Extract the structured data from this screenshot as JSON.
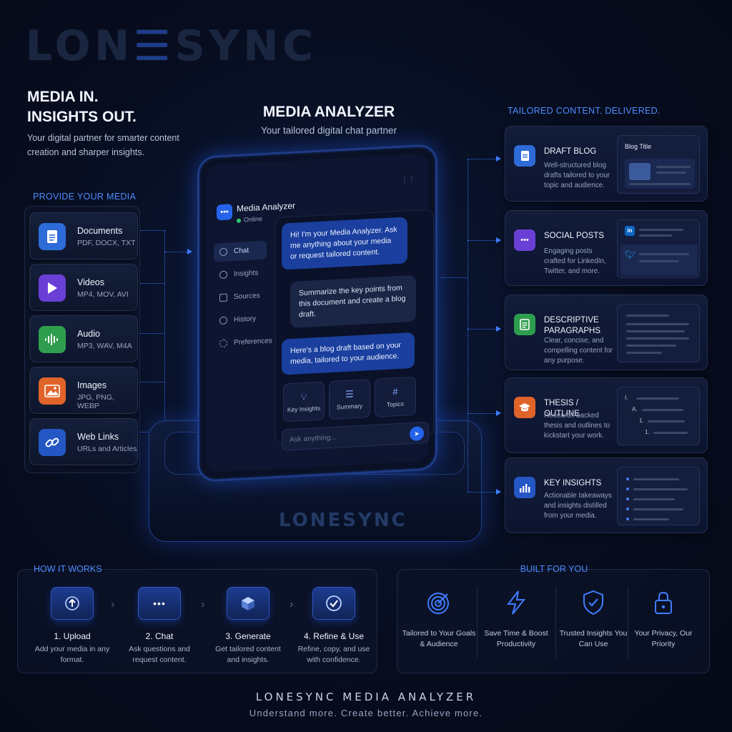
{
  "brand": {
    "logo_part1": "LON",
    "logo_part2": "SYNC",
    "base_logo": "LONESYNC"
  },
  "hero": {
    "headline": "MEDIA IN. INSIGHTS OUT.",
    "subtitle": "Your digital partner for smarter content creation and sharper insights."
  },
  "center": {
    "title": "MEDIA ANALYZER",
    "subtitle": "Your tailored digital chat partner"
  },
  "media": {
    "label": "PROVIDE YOUR MEDIA",
    "items": [
      {
        "title": "Documents",
        "formats": "PDF, DOCX, TXT",
        "icon": "document-icon",
        "color": "#2d6bd8"
      },
      {
        "title": "Videos",
        "formats": "MP4, MOV, AVI",
        "icon": "play-icon",
        "color": "#6a3fd6"
      },
      {
        "title": "Audio",
        "formats": "MP3, WAV, M4A",
        "icon": "waveform-icon",
        "color": "#2e9e4e"
      },
      {
        "title": "Images",
        "formats": "JPG, PNG, WEBP",
        "icon": "image-icon",
        "color": "#e0632a"
      },
      {
        "title": "Web Links",
        "formats": "URLs and Articles",
        "icon": "link-icon",
        "color": "#2457c4"
      }
    ]
  },
  "app": {
    "title": "Media Analyzer",
    "status": "Online",
    "nav": [
      "Chat",
      "Insights",
      "Sources",
      "History",
      "Preferences"
    ],
    "messages": [
      {
        "from": "bot",
        "text": "Hi! I'm your Media Analyzer. Ask me anything about your media or request tailored content."
      },
      {
        "from": "user",
        "text": "Summarize the key points from this document and create a blog draft."
      },
      {
        "from": "bot",
        "text": "Here's a blog draft based on your media, tailored to your audience."
      }
    ],
    "quick_actions": [
      "Key Insights",
      "Summary",
      "Topics"
    ],
    "input_placeholder": "Ask anything..."
  },
  "outputs": {
    "label": "TAILORED CONTENT. DELIVERED.",
    "cards": [
      {
        "title": "DRAFT BLOG",
        "desc": "Well-structured blog drafts tailored to your topic and audience.",
        "icon": "document-icon",
        "color": "#2d6bd8",
        "preview_title": "Blog Title"
      },
      {
        "title": "SOCIAL POSTS",
        "desc": "Engaging posts crafted for LinkedIn, Twitter, and more.",
        "icon": "chat-icon",
        "color": "#6a3fd6"
      },
      {
        "title": "DESCRIPTIVE PARAGRAPHS",
        "desc": "Clear, concise, and compelling content for any purpose.",
        "icon": "paragraph-icon",
        "color": "#2e9e4e"
      },
      {
        "title": "THESIS / OUTLINE",
        "desc": "Research-backed thesis and outlines to kickstart your work.",
        "icon": "graduation-cap-icon",
        "color": "#e0632a",
        "outline_markers": [
          "I.",
          "A.",
          "1.",
          "1."
        ]
      },
      {
        "title": "KEY INSIGHTS",
        "desc": "Actionable takeaways and insights distilled from your media.",
        "icon": "bar-chart-icon",
        "color": "#2457c4"
      }
    ]
  },
  "how": {
    "label": "HOW IT WORKS",
    "steps": [
      {
        "title": "1. Upload",
        "desc": "Add your media in any format."
      },
      {
        "title": "2. Chat",
        "desc": "Ask questions and request content."
      },
      {
        "title": "3. Generate",
        "desc": "Get tailored content and insights."
      },
      {
        "title": "4. Refine & Use",
        "desc": "Refine, copy, and use with confidence."
      }
    ]
  },
  "built": {
    "label": "BUILT FOR YOU",
    "items": [
      {
        "text": "Tailored to Your Goals & Audience",
        "icon": "target-icon"
      },
      {
        "text": "Save Time & Boost Productivity",
        "icon": "lightning-icon"
      },
      {
        "text": "Trusted Insights You Can Use",
        "icon": "shield-check-icon"
      },
      {
        "text": "Your Privacy, Our Priority",
        "icon": "lock-icon"
      }
    ]
  },
  "footer": {
    "title": "LONESYNC MEDIA ANALYZER",
    "tagline": "Understand more. Create better. Achieve more."
  }
}
